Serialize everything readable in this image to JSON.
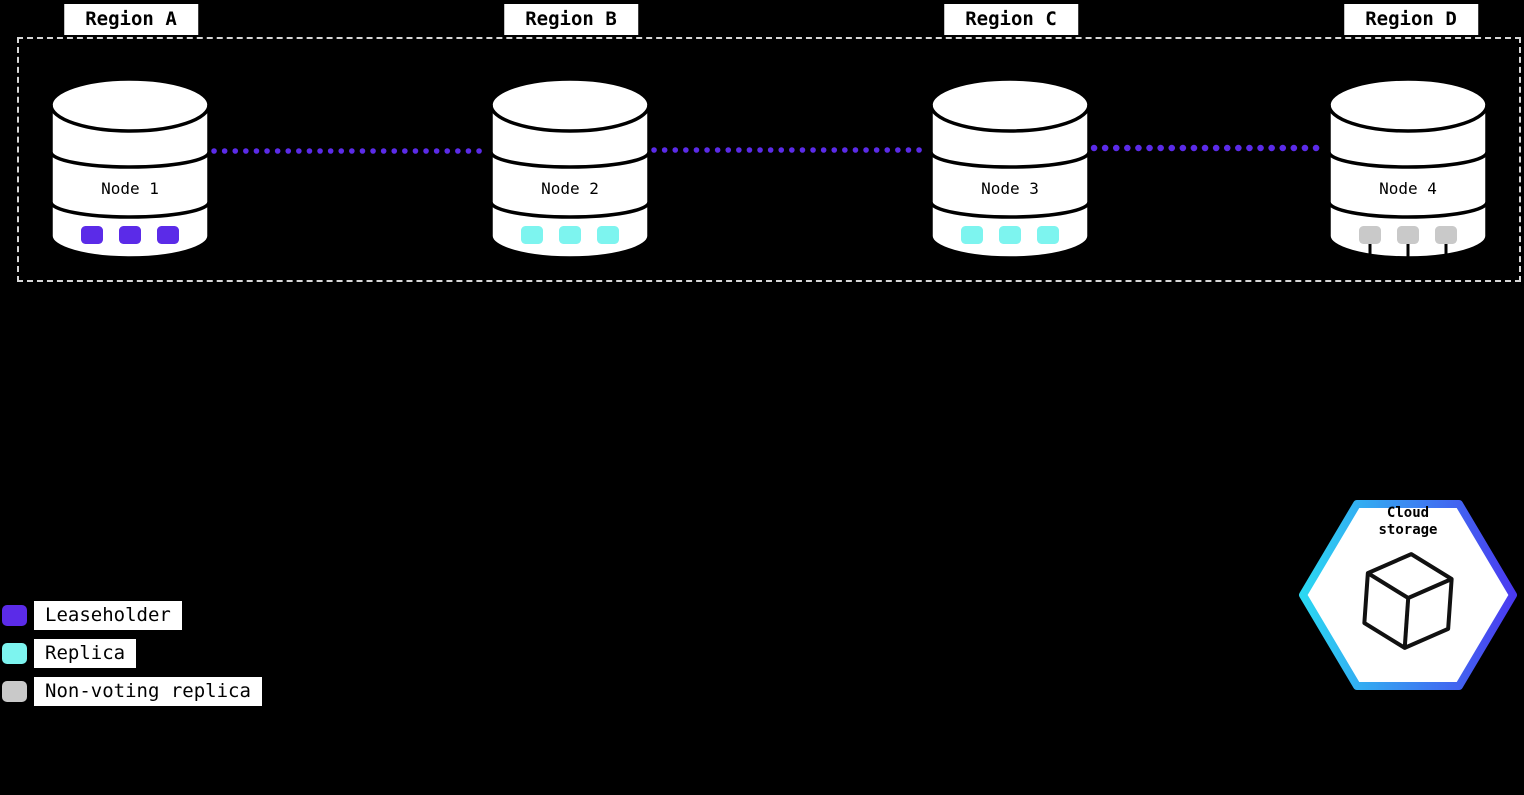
{
  "diagram": {
    "regions": [
      {
        "label": "Region A"
      },
      {
        "label": "Region B"
      },
      {
        "label": "Region C"
      },
      {
        "label": "Region D"
      }
    ],
    "nodes": [
      {
        "label": "Node 1",
        "replica_type": "leaseholder",
        "replica_count": 3
      },
      {
        "label": "Node 2",
        "replica_type": "replica",
        "replica_count": 3
      },
      {
        "label": "Node 3",
        "replica_type": "replica",
        "replica_count": 3
      },
      {
        "label": "Node 4",
        "replica_type": "non_voting",
        "replica_count": 3
      }
    ],
    "legend": {
      "items": [
        {
          "label": "Leaseholder",
          "type": "leaseholder"
        },
        {
          "label": "Replica",
          "type": "replica"
        },
        {
          "label": "Non-voting replica",
          "type": "non_voting"
        }
      ]
    },
    "cloud_storage": {
      "label_line1": "Cloud",
      "label_line2": "storage"
    },
    "colors": {
      "leaseholder": "#5b2be8",
      "replica": "#7df4ef",
      "non_voting": "#c9c9c9",
      "connector": "#5b2be8",
      "hex_gradient_start": "#2bd8f2",
      "hex_gradient_end": "#4a3af0",
      "background": "#000000"
    }
  }
}
